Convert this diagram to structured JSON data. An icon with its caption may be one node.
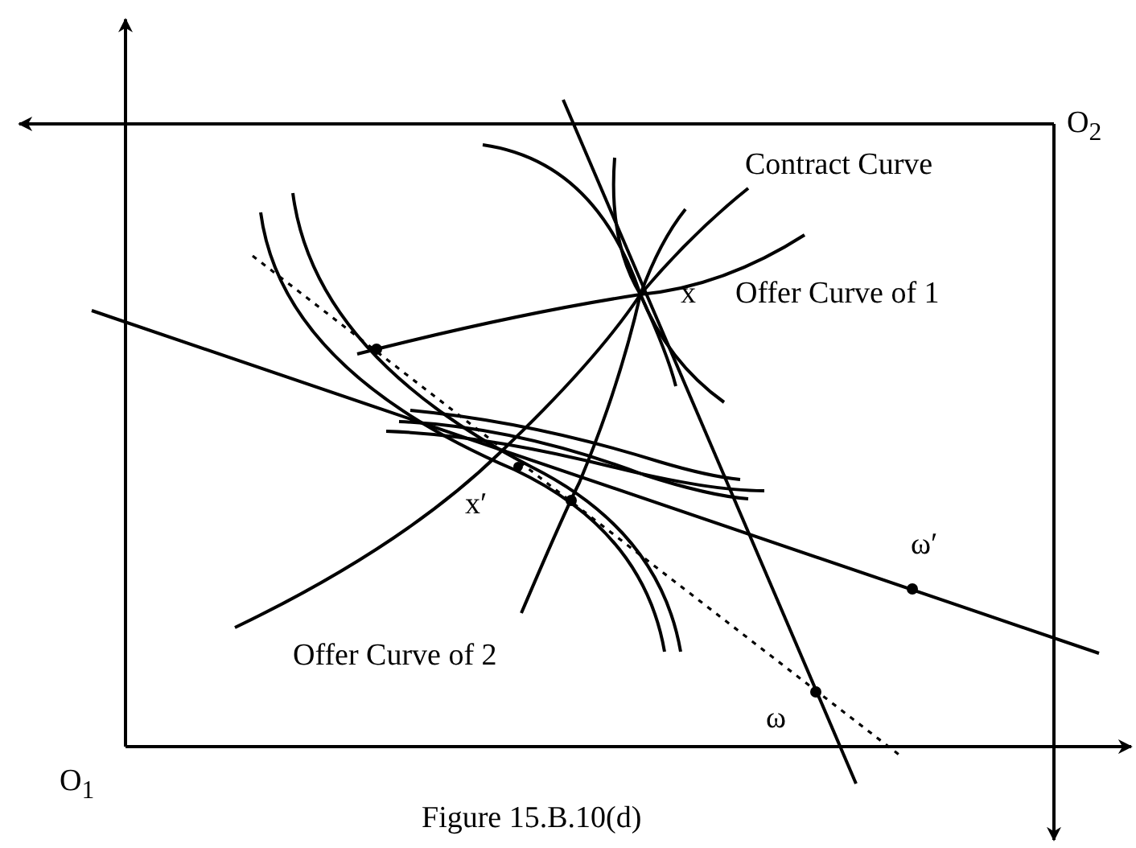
{
  "diagram": {
    "caption": "Figure 15.B.10(d)",
    "labels": [
      "O$_{2}$",
      "Contract Curve",
      "x",
      "Offer Curve of 1",
      "x′",
      "ω′",
      "Offer Curve of 2",
      "ω",
      "O$_{1}$"
    ]
  }
}
